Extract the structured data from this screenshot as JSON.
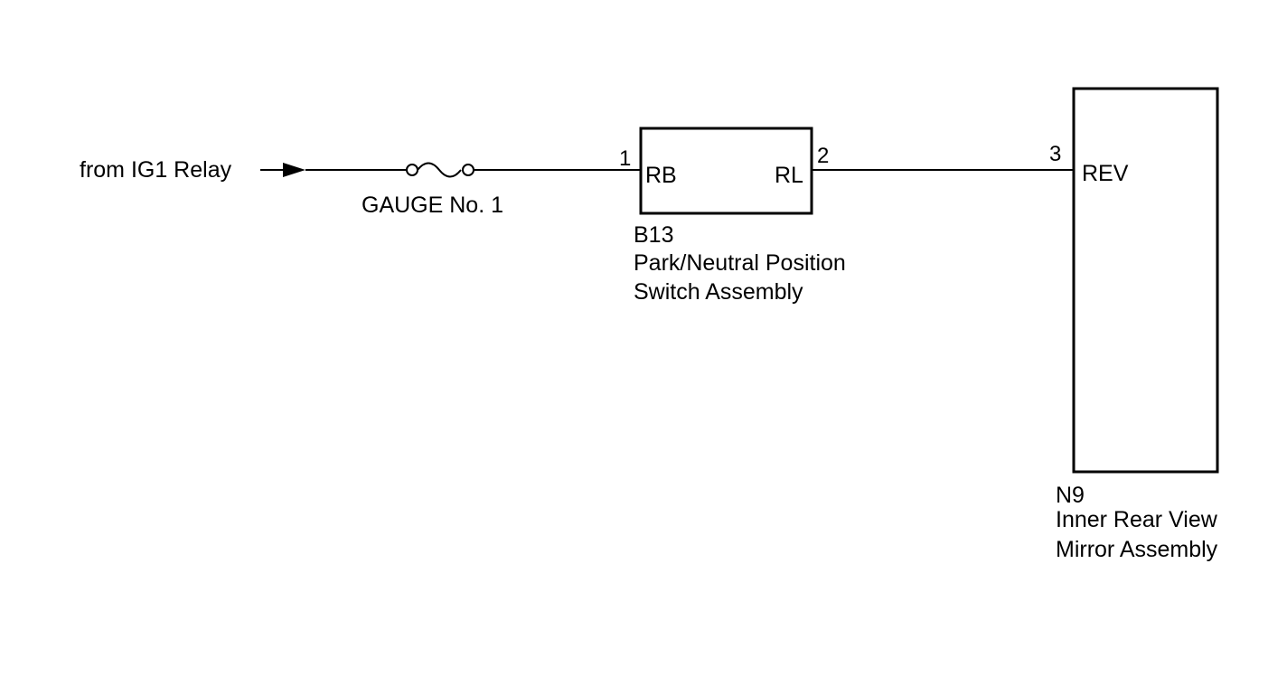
{
  "source": {
    "label": "from IG1 Relay"
  },
  "fuse": {
    "label": "GAUGE No. 1",
    "icon": "fuse-icon"
  },
  "components": {
    "b13": {
      "code": "B13",
      "name_line1": "Park/Neutral Position",
      "name_line2": "Switch Assembly",
      "pins": [
        {
          "number": "1",
          "name": "RB"
        },
        {
          "number": "2",
          "name": "RL"
        }
      ]
    },
    "n9": {
      "code": "N9",
      "name_line1": "Inner Rear View",
      "name_line2": "Mirror Assembly",
      "pins": [
        {
          "number": "3",
          "name": "REV"
        }
      ]
    }
  },
  "colors": {
    "line": "#000000",
    "background": "#ffffff"
  }
}
